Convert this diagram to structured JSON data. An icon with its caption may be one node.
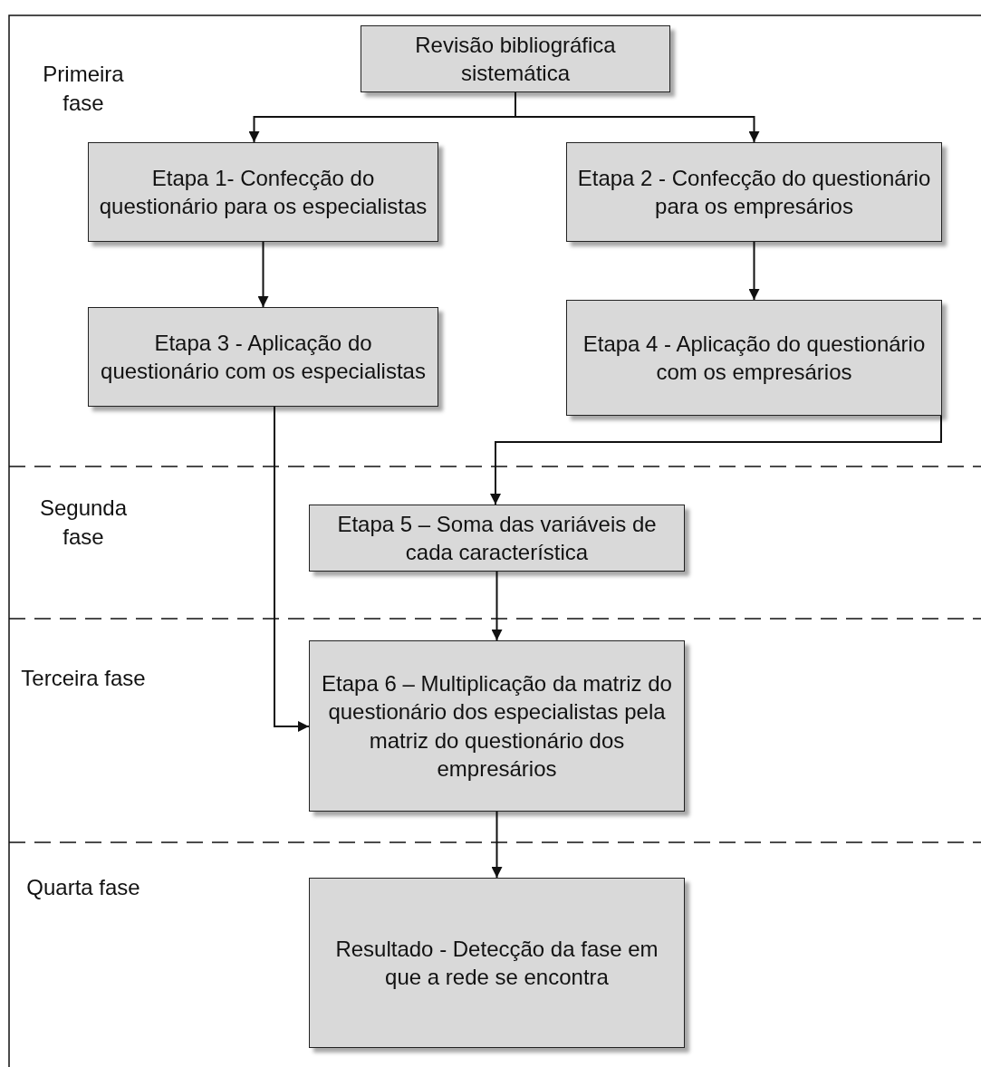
{
  "diagram": {
    "nodes": [
      {
        "text": [
          "Revisão bibliográfica sistemática"
        ]
      },
      {
        "text": [
          "Etapa 1- Confecção do questionário para os especialistas"
        ]
      },
      {
        "text": [
          "Etapa 2 - Confecção do questionário para os empresários"
        ]
      },
      {
        "text": [
          "Etapa 3 - Aplicação do questionário com os especialistas"
        ]
      },
      {
        "text": [
          "Etapa 4 - Aplicação do questionário com os empresários"
        ]
      },
      {
        "text": [
          "Etapa 5 – Soma das variáveis de cada característica"
        ]
      },
      {
        "text": [
          "Etapa 6 – Multiplicação da matriz do questionário dos especialistas pela matriz do questionário dos empresários"
        ]
      },
      {
        "text": [
          "Resultado - Detecção da fase em que a rede se encontra"
        ]
      }
    ],
    "edges": [
      {
        "from": 0,
        "to": 1,
        "arrow": "to"
      },
      {
        "from": 0,
        "to": 2,
        "arrow": "to"
      },
      {
        "from": 1,
        "to": 3,
        "arrow": "to"
      },
      {
        "from": 2,
        "to": 4,
        "arrow": "to"
      },
      {
        "from": 4,
        "to": 5,
        "arrow": "to"
      },
      {
        "from": 3,
        "to": 6,
        "arrow": "to"
      },
      {
        "from": 5,
        "to": 6,
        "arrow": "to"
      },
      {
        "from": 6,
        "to": 7,
        "arrow": "to"
      }
    ],
    "labels": [
      "Primeira fase",
      "Segunda fase",
      "Terceira fase",
      "Quarta fase"
    ]
  }
}
